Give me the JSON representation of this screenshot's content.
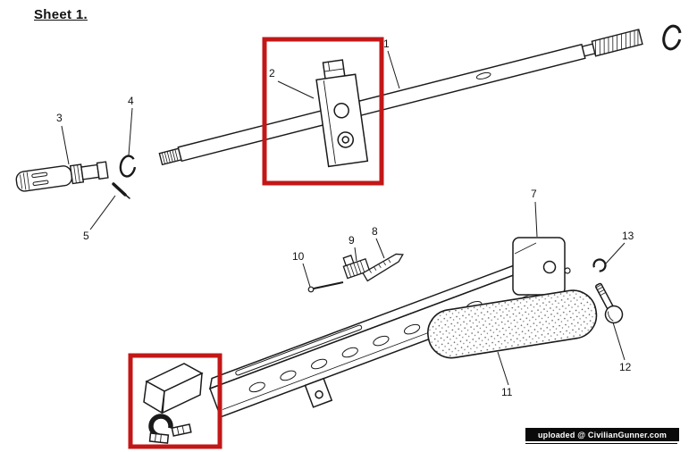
{
  "title": "Sheet 1.",
  "watermark": "uploaded @ CivilianGunner.com",
  "colors": {
    "highlight": "#c31717",
    "line": "#1a1a1a",
    "paper": "#ffffff"
  },
  "part_numbers": [
    "1",
    "2",
    "3",
    "4",
    "5",
    "7",
    "8",
    "9",
    "10",
    "11",
    "12",
    "13"
  ]
}
